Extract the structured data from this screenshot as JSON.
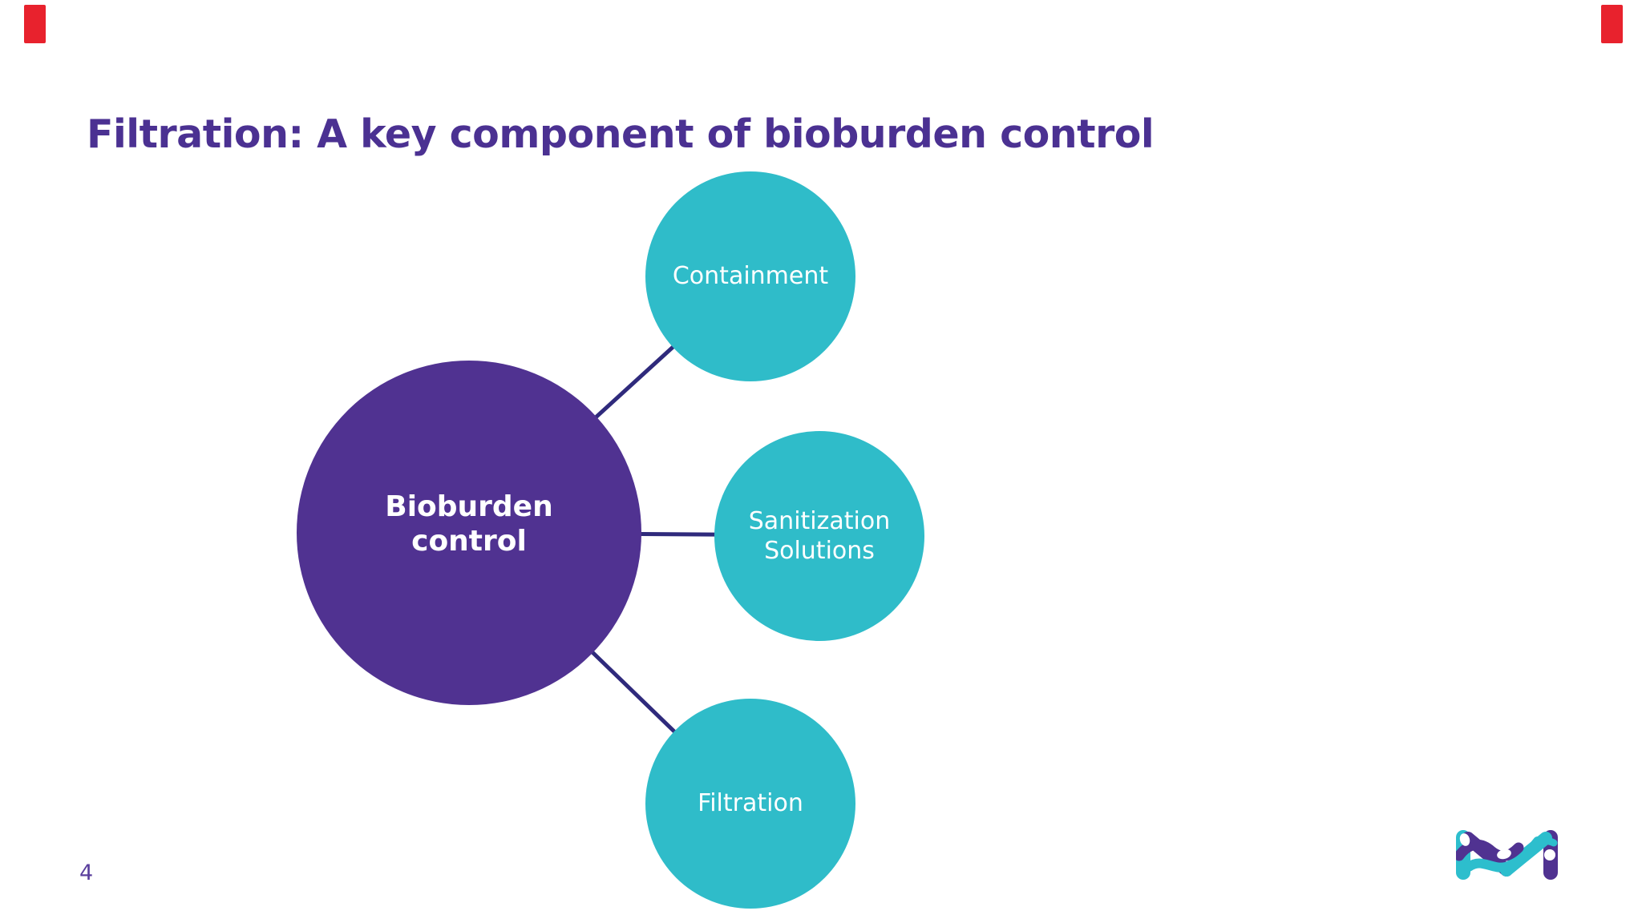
{
  "slide": {
    "title": "Filtration: A key component of bioburden control",
    "title_color": "#4b3192",
    "page_number": "4",
    "background_color": "#ffffff"
  },
  "decorations": {
    "top_left_mark_color": "#e8222d",
    "top_right_mark_color": "#e8222d"
  },
  "diagram": {
    "type": "radial",
    "connector_color": "#2f2a7c",
    "center_node": {
      "label": "Bioburden\ncontrol",
      "fill_color": "#503291",
      "text_color": "#ffffff"
    },
    "satellite_nodes": [
      {
        "label": "Containment",
        "fill_color": "#2fbcc9",
        "text_color": "#ffffff"
      },
      {
        "label": "Sanitization\nSolutions",
        "fill_color": "#2fbcc9",
        "text_color": "#ffffff"
      },
      {
        "label": "Filtration",
        "fill_color": "#2fbcc9",
        "text_color": "#ffffff"
      }
    ]
  },
  "branding": {
    "logo_name": "m-wave-logo",
    "logo_purple": "#503291",
    "logo_cyan": "#2dbecd"
  }
}
